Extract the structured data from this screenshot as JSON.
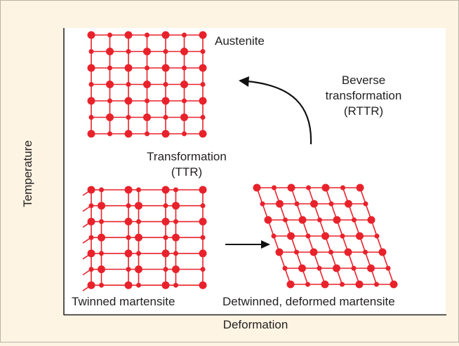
{
  "axes": {
    "y_label": "Temperature",
    "x_label": "Deformation"
  },
  "phases": {
    "austenite": "Austenite",
    "twinned": "Twinned martensite",
    "detwinned": "Detwinned, deformed martensite"
  },
  "transitions": {
    "forward_line1": "Transformation",
    "forward_line2": "(TTR)",
    "reverse_line1": "Beverse",
    "reverse_line2": "transformation",
    "reverse_line3": "(RTTR)"
  },
  "colors": {
    "background": "#fdf4e3",
    "plot_area": "#ffffff",
    "lattice": "#e8222b",
    "text": "#231f20",
    "border": "#b9b2a7"
  }
}
